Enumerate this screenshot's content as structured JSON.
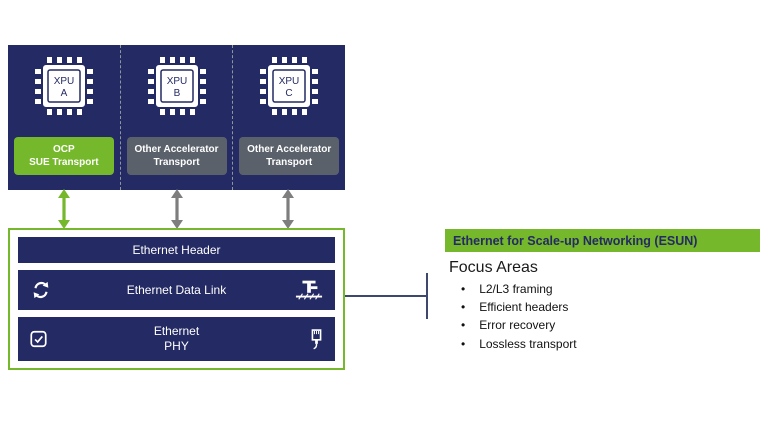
{
  "colors": {
    "navy": "#242a63",
    "green": "#76b82b",
    "gray_transport": "#5a616b",
    "arrow_gray": "#7e7e7e",
    "connector": "#3e486e"
  },
  "top_box": {
    "units": [
      {
        "chip_line1": "XPU",
        "chip_line2": "A",
        "transport_line1": "OCP",
        "transport_line2": "SUE Transport",
        "style": "green"
      },
      {
        "chip_line1": "XPU",
        "chip_line2": "B",
        "transport_line1": "Other Accelerator",
        "transport_line2": "Transport",
        "style": "gray"
      },
      {
        "chip_line1": "XPU",
        "chip_line2": "C",
        "transport_line1": "Other Accelerator",
        "transport_line2": "Transport",
        "style": "gray"
      }
    ]
  },
  "stack": {
    "header_label": "Ethernet Header",
    "data_link_label": "Ethernet Data Link",
    "phy_line1": "Ethernet",
    "phy_line2": "PHY",
    "icons": {
      "data_link_left": "sync-icon",
      "data_link_right": "valve-icon",
      "phy_left": "check-module-icon",
      "phy_right": "ethernet-plug-icon"
    }
  },
  "right_panel": {
    "title": "Ethernet for Scale-up Networking (ESUN)",
    "heading": "Focus Areas",
    "bullets": [
      "L2/L3 framing",
      "Efficient headers",
      "Error recovery",
      "Lossless transport"
    ]
  }
}
